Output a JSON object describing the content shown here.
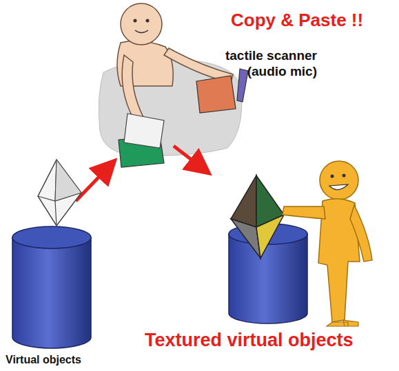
{
  "diagram": {
    "labels": [
      "Copy & Paste !!",
      "tactile scanner (audio mic)",
      "Textured virtual objects",
      "Virtual objects"
    ]
  }
}
